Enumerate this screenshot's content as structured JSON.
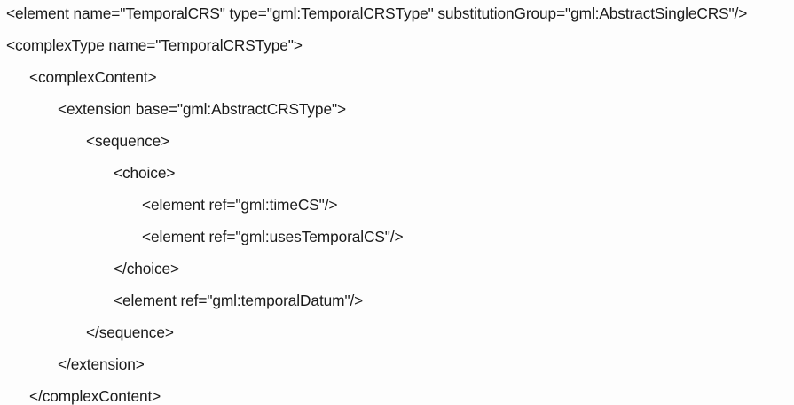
{
  "code_lines": [
    {
      "indent": 0,
      "text": "<element name=\"TemporalCRS\" type=\"gml:TemporalCRSType\" substitutionGroup=\"gml:AbstractSingleCRS\"/>"
    },
    {
      "indent": 0,
      "text": "<complexType name=\"TemporalCRSType\">"
    },
    {
      "indent": 1,
      "text": "<complexContent>"
    },
    {
      "indent": 2,
      "text": "<extension base=\"gml:AbstractCRSType\">"
    },
    {
      "indent": 3,
      "text": "<sequence>"
    },
    {
      "indent": 4,
      "text": "<choice>"
    },
    {
      "indent": 5,
      "text": "<element ref=\"gml:timeCS\"/>"
    },
    {
      "indent": 5,
      "text": "<element ref=\"gml:usesTemporalCS\"/>"
    },
    {
      "indent": 4,
      "text": "</choice>"
    },
    {
      "indent": 4,
      "text": "<element ref=\"gml:temporalDatum\"/>"
    },
    {
      "indent": 3,
      "text": "</sequence>"
    },
    {
      "indent": 2,
      "text": "</extension>"
    },
    {
      "indent": 1,
      "text": "</complexContent>"
    }
  ]
}
